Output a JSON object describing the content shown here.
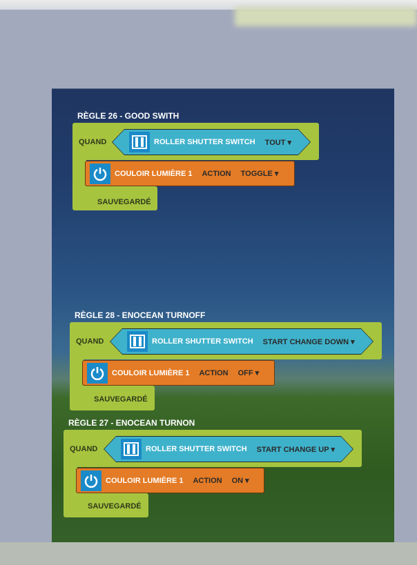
{
  "rules": [
    {
      "title": "RÈGLE 26 - GOOD SWITH",
      "when": "QUAND",
      "trigger": {
        "device": "ROLLER SHUTTER SWITCH",
        "value": "TOUT ▾"
      },
      "action": {
        "device": "COULOIR LUMIÈRE 1",
        "label": "ACTION",
        "value": "TOGGLE ▾"
      },
      "status": "SAUVEGARDÉ"
    },
    {
      "title": "RÈGLE 28 - ENOCEAN TURNOFF",
      "when": "QUAND",
      "trigger": {
        "device": "ROLLER SHUTTER SWITCH",
        "value": "START CHANGE DOWN ▾"
      },
      "action": {
        "device": "COULOIR LUMIÈRE 1",
        "label": "ACTION",
        "value": "OFF ▾"
      },
      "status": "SAUVEGARDÉ"
    },
    {
      "title": "RÈGLE 27 - ENOCEAN TURNON",
      "when": "QUAND",
      "trigger": {
        "device": "ROLLER SHUTTER SWITCH",
        "value": "START CHANGE UP ▾"
      },
      "action": {
        "device": "COULOIR LUMIÈRE 1",
        "label": "ACTION",
        "value": "ON ▾"
      },
      "status": "SAUVEGARDÉ"
    }
  ],
  "colors": {
    "when": "#a7c43f",
    "trigger": "#3fb2cb",
    "action": "#e47b26",
    "icon": "#1a8ac8"
  }
}
